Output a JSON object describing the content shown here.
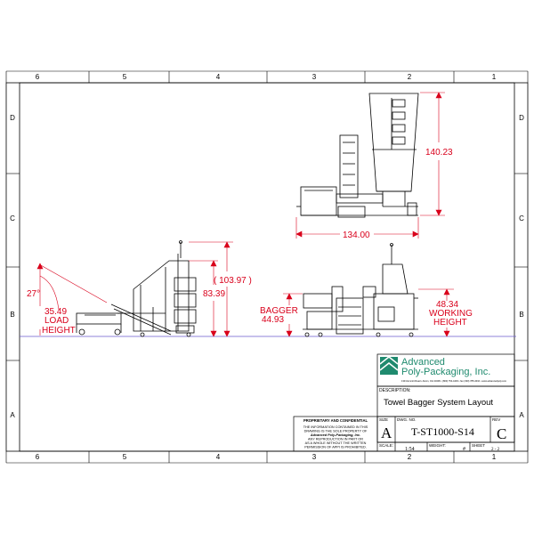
{
  "border": {
    "columns": [
      "6",
      "5",
      "4",
      "3",
      "2",
      "1"
    ],
    "rows": [
      "D",
      "C",
      "B",
      "A"
    ]
  },
  "dimensions": {
    "top_height": "140.23",
    "top_width": "134.00",
    "left_angle": "27°",
    "load_height_value": "35.49",
    "load_height_l1": "LOAD",
    "load_height_l2": "HEIGHT",
    "conveyor_height": "83.39",
    "overall_height": "( 103.97 )",
    "bagger_label": "BAGGER",
    "bagger_value": "44.93",
    "working_value": "48.34",
    "working_l1": "WORKING",
    "working_l2": "HEIGHT"
  },
  "company": {
    "name_line1": "Advanced",
    "name_line2": "Poly-Packaging, Inc.",
    "address": "1331 Emmitt Road • Akron, OH 44306 • (800) 754-4403 • fax (330) 785-4010 • www.advancedpoly.com"
  },
  "title_block": {
    "description_label": "DESCRIPTION:",
    "description": "Towel Bagger System Layout",
    "proprietary_title": "PROPRIETARY AND CONFIDENTIAL",
    "proprietary_text": [
      "THE INFORMATION CONTAINED IN THIS",
      "DRAWING IS THE SOLE PROPERTY OF",
      "Advanced Poly-Packaging, Inc.",
      "ANY REPRODUCTION IN PART OR",
      "AS A WHOLE WITHOUT THE WRITTEN",
      "PERMISSION OF APPI IS PROHIBITED."
    ],
    "size_label": "SIZE",
    "size": "A",
    "dwg_label": "DWG. NO.",
    "dwg_no": "T-ST1000-S14",
    "rev_label": "REV",
    "rev": "C",
    "scale_label": "SCALE:",
    "scale": "1:54",
    "weight_label": "WEIGHT:",
    "weight": "#",
    "sheet_label": "SHEET",
    "sheet": "2 - 2"
  },
  "colors": {
    "dimension": "#d9001b",
    "line": "#000000",
    "logo_green": "#1f8a6e"
  }
}
